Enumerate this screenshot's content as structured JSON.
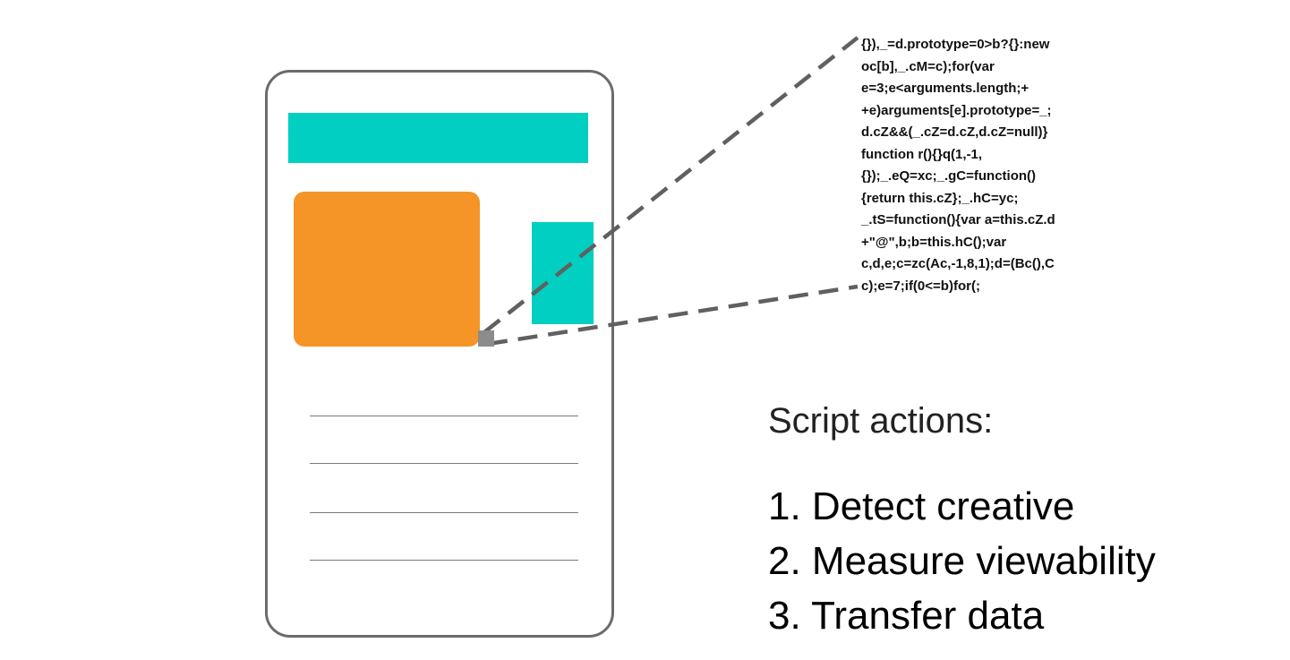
{
  "diagram": {
    "colors": {
      "teal": "#00cfc1",
      "orange": "#f59427",
      "frame": "#6b6b6b",
      "dash": "#606060"
    },
    "code_snippet": [
      "{}),_=d.prototype=0>b?{}:new",
      "oc[b],_.cM=c);for(var",
      "e=3;e<arguments.length;+",
      "+e)arguments[e].prototype=_;",
      "d.cZ&&(_.cZ=d.cZ,d.cZ=null)}",
      "function r(){}q(1,-1,",
      "{});_.eQ=xc;_.gC=function()",
      "{return this.cZ};_.hC=yc;",
      "_.tS=function(){var a=this.cZ.d",
      "+\"@\",b;b=this.hC();var",
      "c,d,e;c=zc(Ac,-1,8,1);d=(Bc(),C",
      "c);e=7;if(0<=b)for(;"
    ],
    "actions_heading": "Script actions:",
    "actions": [
      "1. Detect creative",
      "2. Measure viewability",
      "3. Transfer data"
    ]
  }
}
